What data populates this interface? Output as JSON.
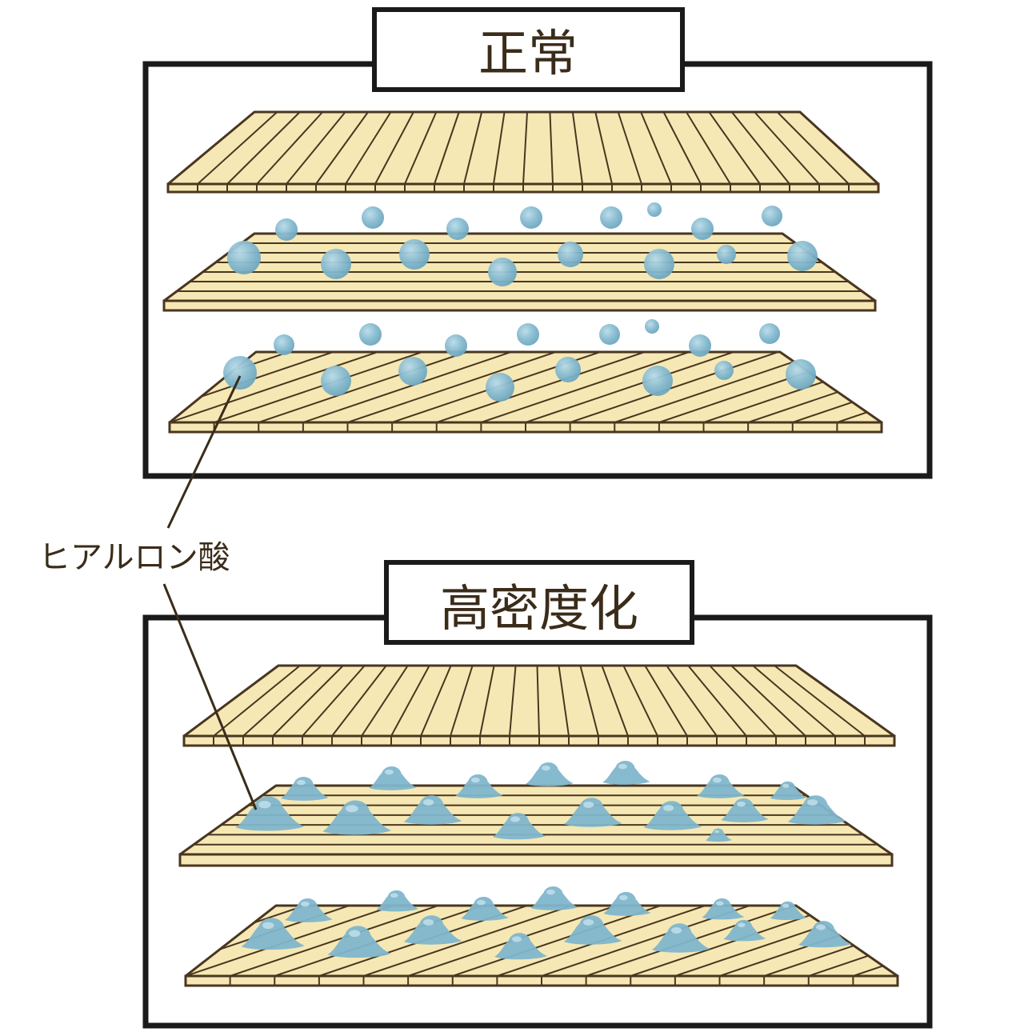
{
  "panels": {
    "normal": {
      "title": "正常"
    },
    "dense": {
      "title": "高密度化"
    }
  },
  "callout": {
    "label": "ヒアルロン酸"
  },
  "colors": {
    "layer_fill": "#f6e8b4",
    "layer_stroke": "#4a3620",
    "droplet": "#7fb6cc",
    "frame": "#1a1a1a",
    "text": "#3b2c1a"
  }
}
